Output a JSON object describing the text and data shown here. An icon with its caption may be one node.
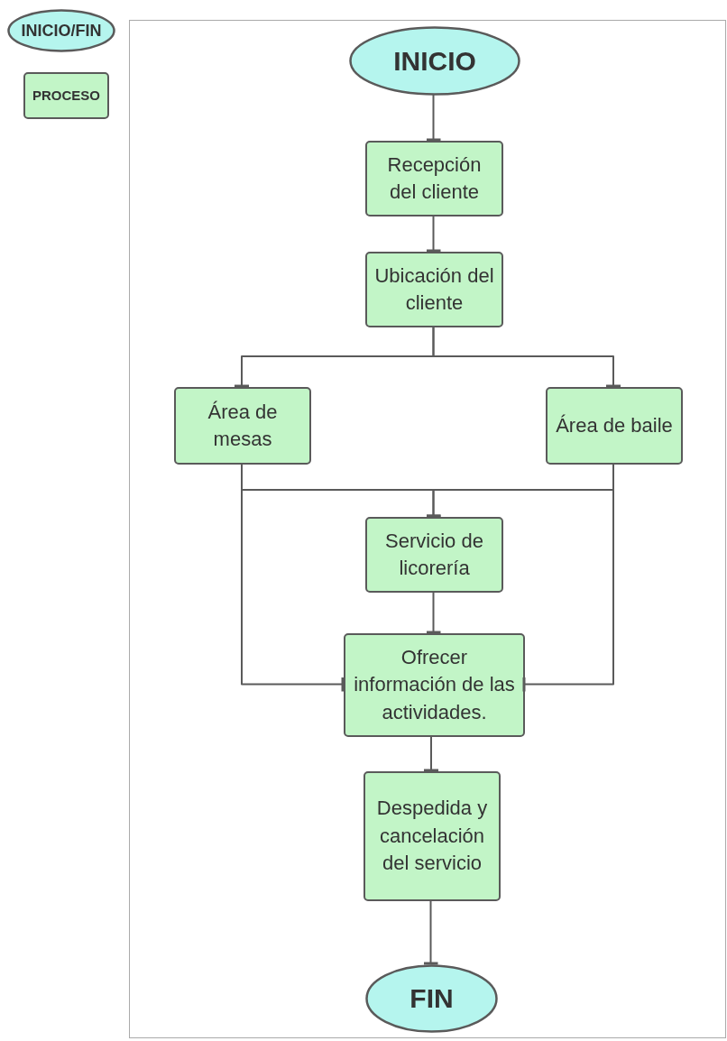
{
  "diagram": {
    "nodes": [
      {
        "text": [
          "INICIO/FIN"
        ]
      },
      {
        "text": [
          "PROCESO"
        ]
      },
      {
        "text": [],
        "shape": "box"
      },
      {
        "text": [
          "INICIO"
        ],
        "in": 2
      },
      {
        "text": [
          "Recepción del cliente"
        ],
        "in": 2
      },
      {
        "text": [
          "Ubicación del cliente"
        ],
        "in": 2
      },
      {
        "text": [
          "Área de mesas"
        ],
        "in": 2
      },
      {
        "text": [
          "Área de baile"
        ],
        "in": 2
      },
      {
        "text": [
          "Servicio de licorería"
        ],
        "in": 2
      },
      {
        "text": [
          "Ofrecer información de las actividades."
        ],
        "in": 2
      },
      {
        "text": [
          "Despedida y cancelación del servicio"
        ],
        "in": 2
      },
      {
        "text": [
          "FIN"
        ],
        "in": 2
      }
    ],
    "edges": [
      {
        "from": 3,
        "to": 4,
        "arrow": "other"
      },
      {
        "from": 4,
        "to": 5,
        "arrow": "other"
      },
      {
        "from": 5,
        "to": 6,
        "arrow": "other"
      },
      {
        "from": 5,
        "to": 7,
        "arrow": "other"
      },
      {
        "from": 6,
        "to": 8,
        "arrow": "other"
      },
      {
        "from": 7,
        "to": 8,
        "arrow": "other"
      },
      {
        "from": 6,
        "to": 9,
        "arrow": "other"
      },
      {
        "from": 7,
        "to": 9,
        "arrow": "other"
      },
      {
        "from": 8,
        "to": 9,
        "arrow": "other"
      },
      {
        "from": 9,
        "to": 10,
        "arrow": "other"
      },
      {
        "from": 10,
        "to": 11,
        "arrow": "other"
      }
    ]
  }
}
